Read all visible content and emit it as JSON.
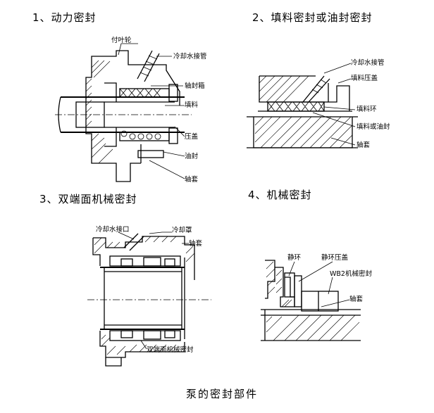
{
  "figure": {
    "caption": "泵的密封部件"
  },
  "sections": [
    {
      "title": "1、动力密封",
      "labels": [
        "付叶轮",
        "冷却水接管",
        "轴封箱",
        "填料",
        "压盖",
        "油封",
        "轴套"
      ]
    },
    {
      "title": "2、填料密封或油封密封",
      "labels": [
        "冷却水接管",
        "填料压盖",
        "填料环",
        "填料或油封",
        "轴套"
      ]
    },
    {
      "title": "3、双端面机械密封",
      "labels": [
        "冷却水接口",
        "冷却罩",
        "轴套",
        "双端面机械密封"
      ]
    },
    {
      "title": "4、机械密封",
      "labels": [
        "静环",
        "静环压盖",
        "WB2机械密封",
        "轴套"
      ]
    }
  ]
}
